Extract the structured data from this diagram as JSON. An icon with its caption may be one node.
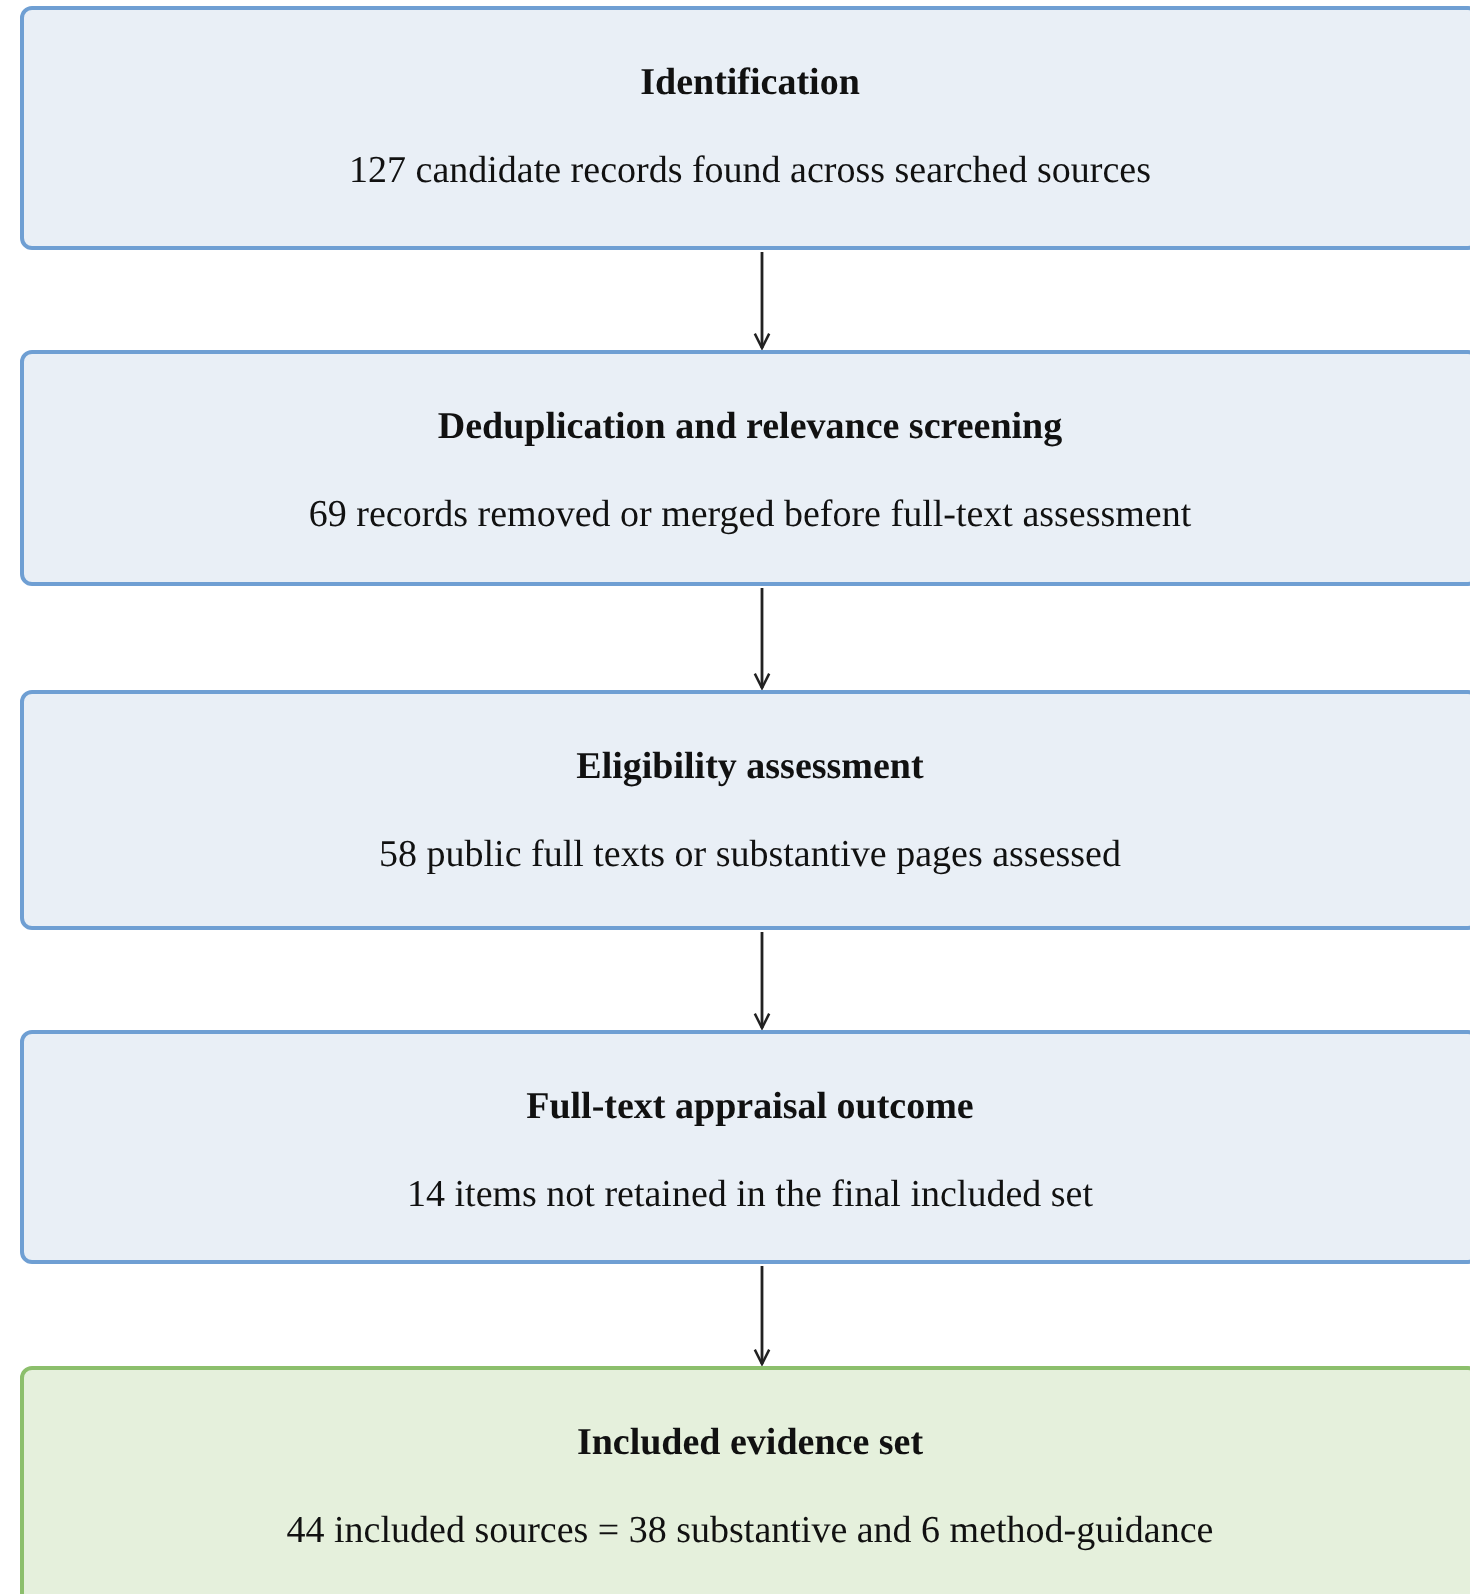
{
  "diagram": {
    "nodes": [
      {
        "text": [
          "Identification",
          "127 candidate records found across searched sources"
        ]
      },
      {
        "text": [
          "Deduplication and relevance screening",
          "69 records removed or merged before full-text assessment"
        ]
      },
      {
        "text": [
          "Eligibility assessment",
          "58 public full texts or substantive pages assessed"
        ]
      },
      {
        "text": [
          "Full-text appraisal outcome",
          "14 items not retained in the final included set"
        ]
      },
      {
        "text": [
          "Included evidence set",
          "44 included sources = 38 substantive and 6 method-guidance"
        ]
      }
    ],
    "edges": [
      {
        "from": 0,
        "to": 1,
        "arrow": "to"
      },
      {
        "from": 1,
        "to": 2,
        "arrow": "to"
      },
      {
        "from": 2,
        "to": 3,
        "arrow": "to"
      },
      {
        "from": 3,
        "to": 4,
        "arrow": "to"
      }
    ]
  }
}
